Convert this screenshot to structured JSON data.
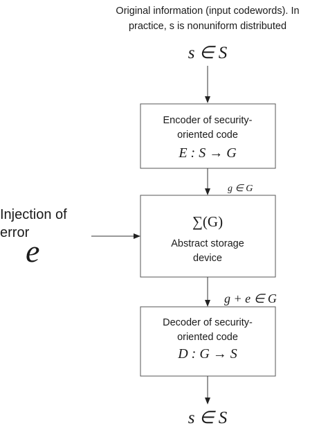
{
  "header": {
    "line1": "Original information (input codewords). In",
    "line2": "practice, s is nonuniform distributed"
  },
  "input_symbol": "s ∈ S",
  "encoder": {
    "line1": "Encoder of security-",
    "line2": "oriented code",
    "formula": "E : S → G"
  },
  "edge_label_1": "g ∈ G",
  "storage": {
    "formula": "∑(G)",
    "line1": "Abstract storage",
    "line2": "device"
  },
  "injection": {
    "line1": "Injection of",
    "line2": "error",
    "symbol": "e"
  },
  "edge_label_2": "g + e ∈ G",
  "decoder": {
    "line1": "Decoder of security-",
    "line2": "oriented code",
    "formula": "D : G → S"
  },
  "output_symbol": "s ∈ S"
}
